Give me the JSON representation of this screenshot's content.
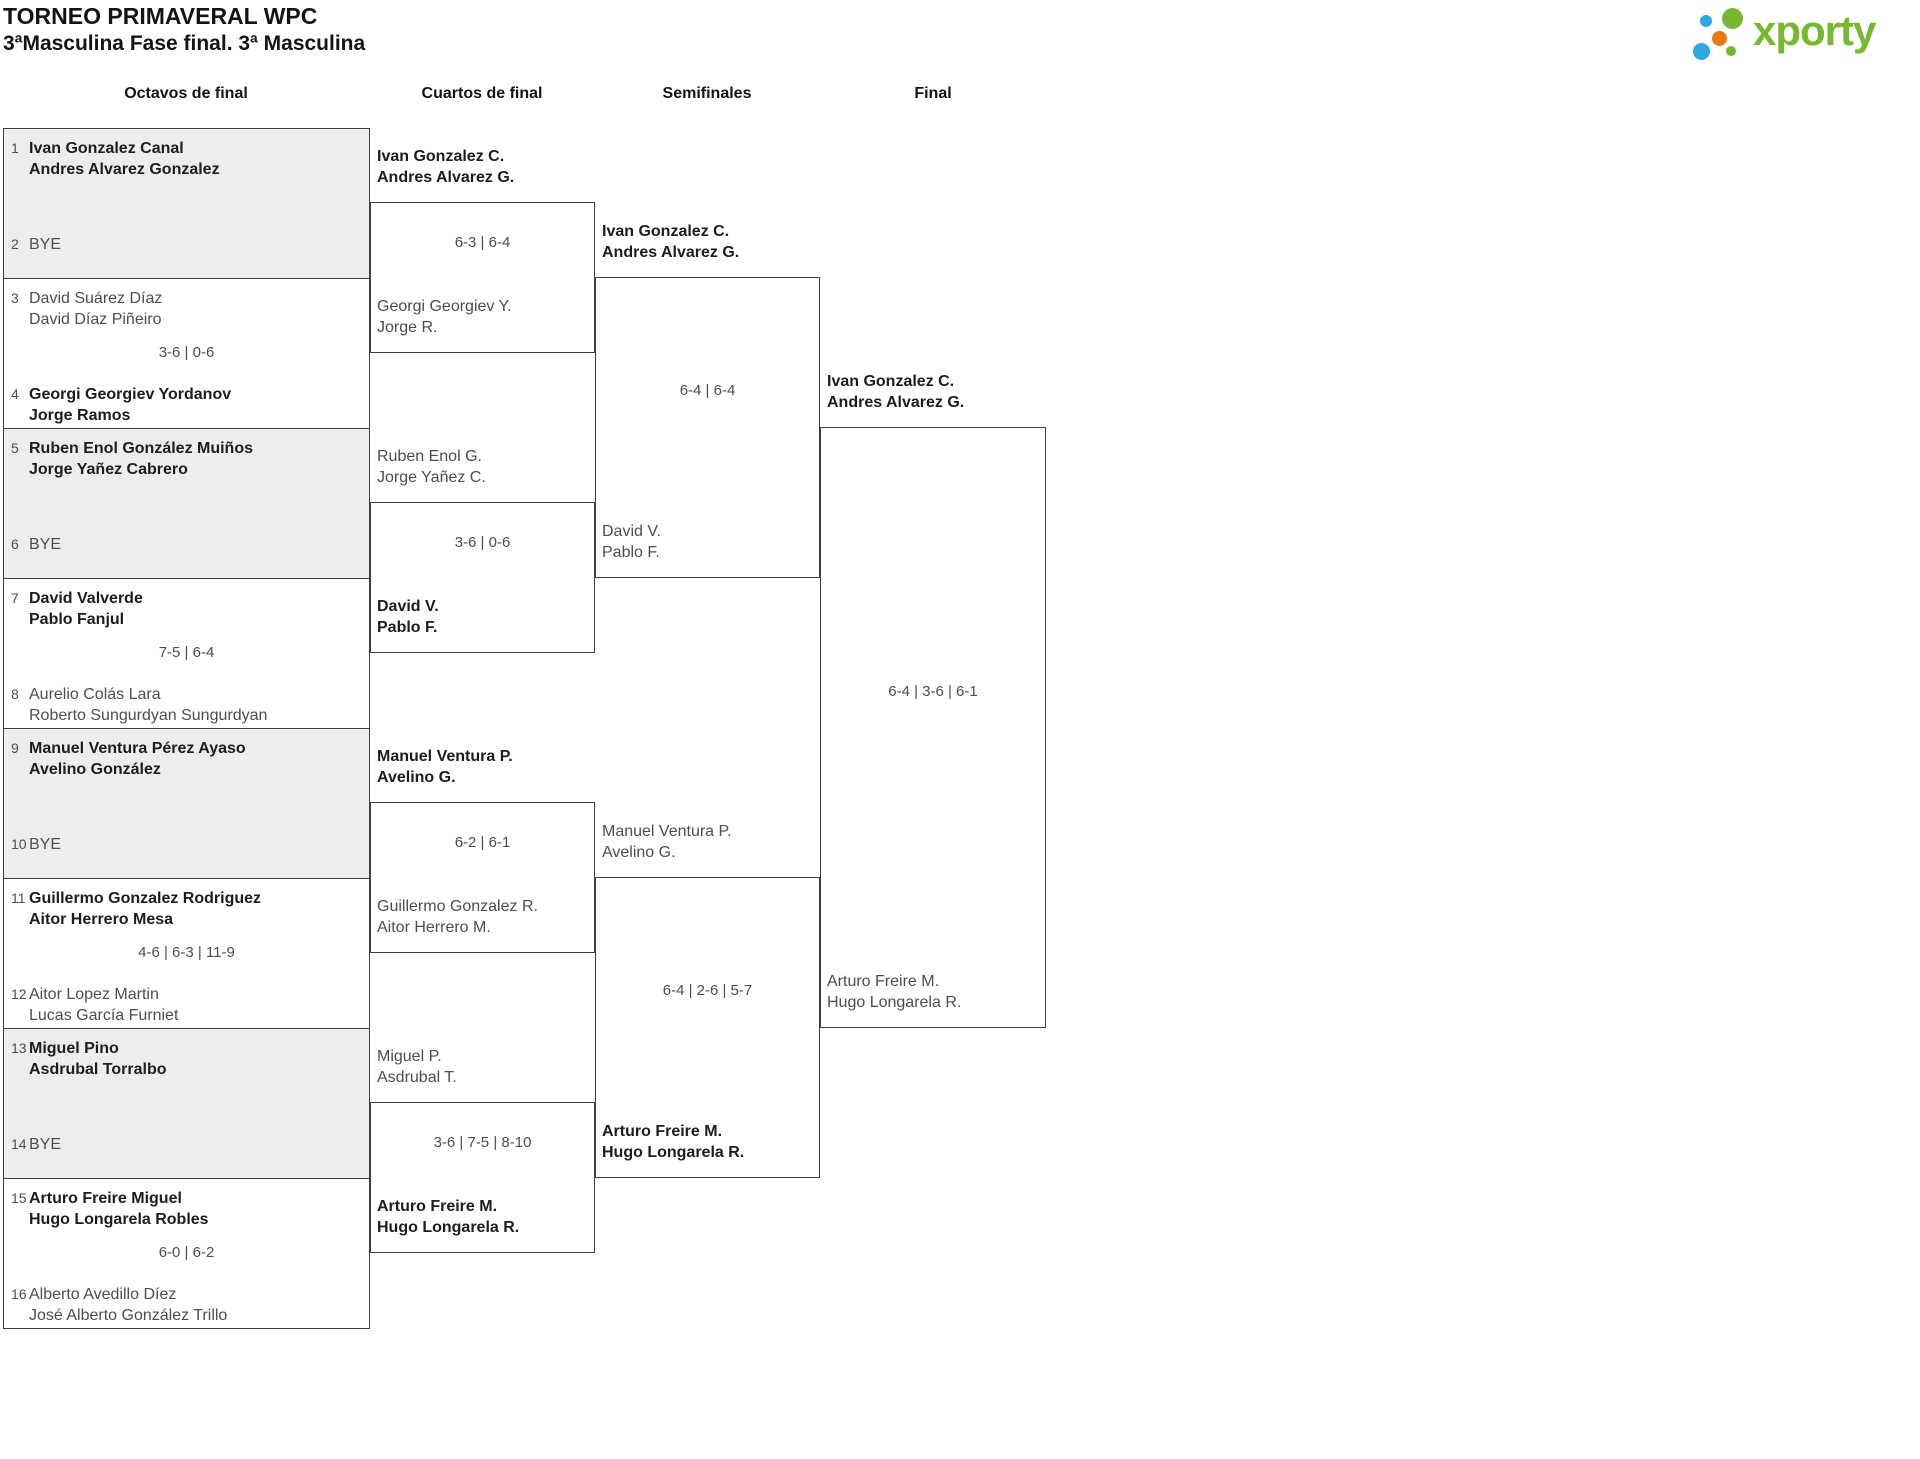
{
  "title": "TORNEO PRIMAVERAL WPC",
  "subtitle": "3ªMasculina Fase final. 3ª Masculina",
  "logo": {
    "brand": "xporty",
    "green": "#76b82e",
    "blue": "#2ba9e0",
    "orange": "#e8790f"
  },
  "colors": {
    "bye_fill": "#ededed",
    "line": "#3f3f3f"
  },
  "round_titles": [
    "Octavos de final",
    "Cuartos de final",
    "Semifinales",
    "Final"
  ],
  "octavos": [
    {
      "seed_a": "1",
      "team_a": {
        "players": [
          "Ivan Gonzalez Canal",
          "Andres Alvarez Gonzalez"
        ],
        "winner": true
      },
      "seed_b": "2",
      "team_b": {
        "players": [
          "BYE",
          ""
        ],
        "winner": false
      },
      "score": "",
      "bye": true
    },
    {
      "seed_a": "3",
      "team_a": {
        "players": [
          "David Suárez Díaz",
          "David Díaz Piñeiro"
        ],
        "winner": false
      },
      "seed_b": "4",
      "team_b": {
        "players": [
          "Georgi Georgiev Yordanov",
          "Jorge Ramos"
        ],
        "winner": true
      },
      "score": "3-6 | 0-6",
      "bye": false
    },
    {
      "seed_a": "5",
      "team_a": {
        "players": [
          "Ruben Enol González Muiños",
          "Jorge Yañez Cabrero"
        ],
        "winner": true
      },
      "seed_b": "6",
      "team_b": {
        "players": [
          "BYE",
          ""
        ],
        "winner": false
      },
      "score": "",
      "bye": true
    },
    {
      "seed_a": "7",
      "team_a": {
        "players": [
          "David Valverde",
          "Pablo Fanjul"
        ],
        "winner": true
      },
      "seed_b": "8",
      "team_b": {
        "players": [
          "Aurelio Colás Lara",
          "Roberto Sungurdyan Sungurdyan"
        ],
        "winner": false
      },
      "score": "7-5 | 6-4",
      "bye": false
    },
    {
      "seed_a": "9",
      "team_a": {
        "players": [
          "Manuel Ventura Pérez Ayaso",
          "Avelino González"
        ],
        "winner": true
      },
      "seed_b": "10",
      "team_b": {
        "players": [
          "BYE",
          ""
        ],
        "winner": false
      },
      "score": "",
      "bye": true
    },
    {
      "seed_a": "11",
      "team_a": {
        "players": [
          "Guillermo Gonzalez Rodriguez",
          "Aitor Herrero Mesa"
        ],
        "winner": true
      },
      "seed_b": "12",
      "team_b": {
        "players": [
          "Aitor Lopez Martin",
          "Lucas García Furniet"
        ],
        "winner": false
      },
      "score": "4-6 | 6-3 | 11-9",
      "bye": false
    },
    {
      "seed_a": "13",
      "team_a": {
        "players": [
          "Miguel Pino",
          "Asdrubal Torralbo"
        ],
        "winner": true
      },
      "seed_b": "14",
      "team_b": {
        "players": [
          "BYE",
          ""
        ],
        "winner": false
      },
      "score": "",
      "bye": true
    },
    {
      "seed_a": "15",
      "team_a": {
        "players": [
          "Arturo Freire Miguel",
          "Hugo Longarela Robles"
        ],
        "winner": true
      },
      "seed_b": "16",
      "team_b": {
        "players": [
          "Alberto Avedillo Díez",
          "José Alberto González Trillo"
        ],
        "winner": false
      },
      "score": "6-0 | 6-2",
      "bye": false
    }
  ],
  "cuartos": [
    {
      "team_a": {
        "players": [
          "Ivan Gonzalez C.",
          "Andres Alvarez G."
        ],
        "winner": true
      },
      "team_b": {
        "players": [
          "Georgi Georgiev Y.",
          "Jorge R."
        ],
        "winner": false
      },
      "score": "6-3 | 6-4"
    },
    {
      "team_a": {
        "players": [
          "Ruben Enol G.",
          "Jorge Yañez C."
        ],
        "winner": false
      },
      "team_b": {
        "players": [
          "David V.",
          "Pablo F."
        ],
        "winner": true
      },
      "score": "3-6 | 0-6"
    },
    {
      "team_a": {
        "players": [
          "Manuel Ventura P.",
          "Avelino G."
        ],
        "winner": true
      },
      "team_b": {
        "players": [
          "Guillermo Gonzalez R.",
          "Aitor Herrero M."
        ],
        "winner": false
      },
      "score": "6-2 | 6-1"
    },
    {
      "team_a": {
        "players": [
          "Miguel P.",
          "Asdrubal T."
        ],
        "winner": false
      },
      "team_b": {
        "players": [
          "Arturo Freire M.",
          "Hugo Longarela R."
        ],
        "winner": true
      },
      "score": "3-6 | 7-5 | 8-10"
    }
  ],
  "semifinales": [
    {
      "team_a": {
        "players": [
          "Ivan Gonzalez C.",
          "Andres Alvarez G."
        ],
        "winner": true
      },
      "team_b": {
        "players": [
          "David V.",
          "Pablo F."
        ],
        "winner": false
      },
      "score": "6-4 | 6-4"
    },
    {
      "team_a": {
        "players": [
          "Manuel Ventura P.",
          "Avelino G."
        ],
        "winner": false
      },
      "team_b": {
        "players": [
          "Arturo Freire M.",
          "Hugo Longarela R."
        ],
        "winner": true
      },
      "score": "6-4 | 2-6 | 5-7"
    }
  ],
  "final": {
    "team_a": {
      "players": [
        "Ivan Gonzalez C.",
        "Andres Alvarez G."
      ],
      "winner": true
    },
    "team_b": {
      "players": [
        "Arturo Freire M.",
        "Hugo Longarela R."
      ],
      "winner": false
    },
    "score": "6-4 | 3-6 | 6-1"
  }
}
